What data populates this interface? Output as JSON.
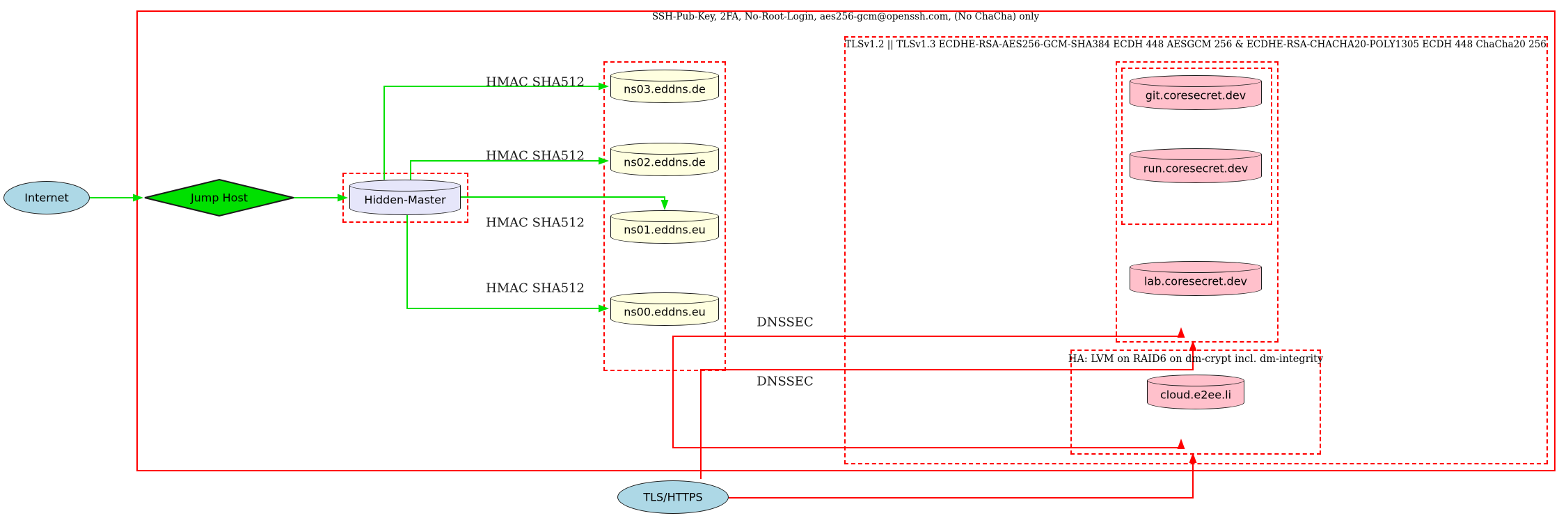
{
  "diagram": {
    "nodes": {
      "internet": "Internet",
      "jump_host": "Jump Host",
      "hidden_master": "Hidden-Master",
      "ns03": "ns03.eddns.de",
      "ns02": "ns02.eddns.de",
      "ns01": "ns01.eddns.eu",
      "ns00": "ns00.eddns.eu",
      "git": "git.coresecret.dev",
      "run": "run.coresecret.dev",
      "lab": "lab.coresecret.dev",
      "cloud": "cloud.e2ee.li",
      "tls_https": "TLS/HTTPS"
    },
    "cluster_labels": {
      "ssh": "SSH-Pub-Key, 2FA, No-Root-Login, aes256-gcm@openssh.com, (No ChaCha) only",
      "tls": "TLSv1.2 || TLSv1.3 ECDHE-RSA-AES256-GCM-SHA384 ECDH 448 AESGCM 256 & ECDHE-RSA-CHACHA20-POLY1305 ECDH 448 ChaCha20 256",
      "ha": "HA: LVM on RAID6 on dm-crypt incl. dm-integrity"
    },
    "edge_labels": {
      "hmac_ns03": "HMAC SHA512",
      "hmac_ns02": "HMAC SHA512",
      "hmac_ns01": "HMAC SHA512",
      "hmac_ns00": "HMAC SHA512",
      "dnssec_top": "DNSSEC",
      "dnssec_bottom": "DNSSEC"
    },
    "colors": {
      "edge_green": "#00e000",
      "edge_red": "#ff0000",
      "cluster_border_red": "#ff0000",
      "fill_internet": "#add8e6",
      "fill_jump_host": "#00e000",
      "fill_hidden_master": "#e6e6fa",
      "fill_dns_nodes": "#ffffe0",
      "fill_web_nodes": "#ffc0cb",
      "fill_tls_https": "#add8e6"
    }
  }
}
